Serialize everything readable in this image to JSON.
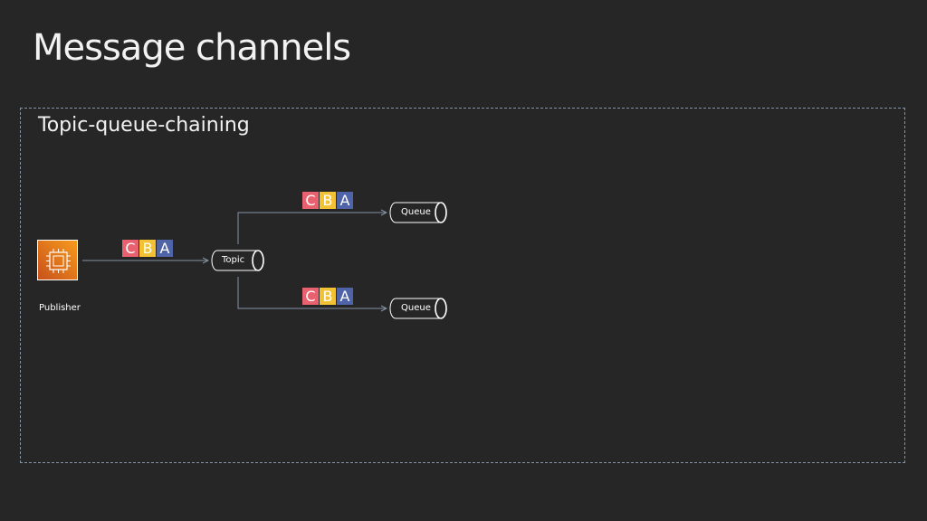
{
  "slide": {
    "title": "Message channels"
  },
  "group": {
    "label": "Topic-queue-chaining"
  },
  "nodes": {
    "publisher": {
      "label": "Publisher",
      "icon": "compute-instance-icon"
    },
    "topic": {
      "label": "Topic"
    },
    "queue_top": {
      "label": "Queue"
    },
    "queue_bottom": {
      "label": "Queue"
    }
  },
  "messages": {
    "letters": [
      "C",
      "B",
      "A"
    ],
    "colors": [
      "#e8616f",
      "#f3c234",
      "#4e63a8"
    ]
  },
  "colors": {
    "background": "#262626",
    "connector": "#8593a6",
    "publisher_start": "#c8511b",
    "publisher_end": "#f79a1c"
  }
}
